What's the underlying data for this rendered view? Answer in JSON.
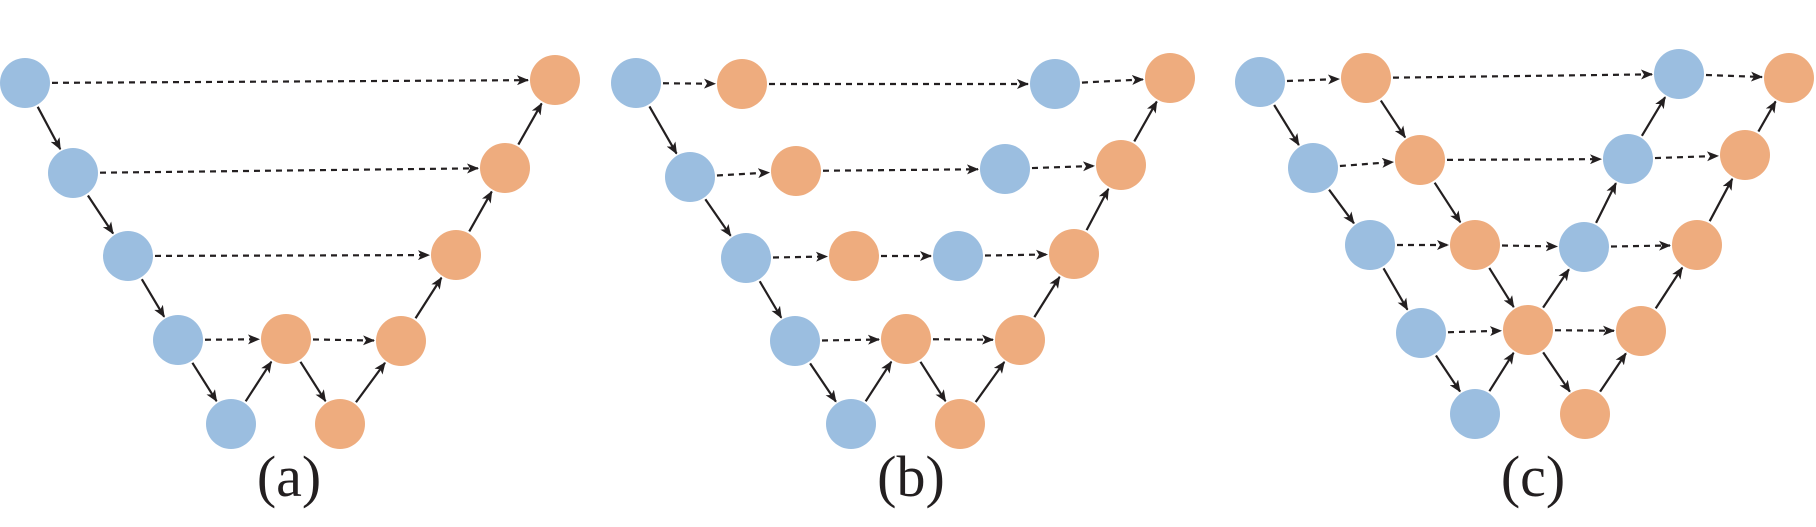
{
  "colors": {
    "encoder_node": "#9bbee0",
    "decoder_node": "#eeac7e",
    "edge": "#231f20",
    "label": "#231f20"
  },
  "panels": [
    {
      "id": "a",
      "label": "(a)",
      "nodes": [
        {
          "id": "a1",
          "type": "encoder"
        },
        {
          "id": "a2",
          "type": "encoder"
        },
        {
          "id": "a3",
          "type": "encoder"
        },
        {
          "id": "a4",
          "type": "encoder"
        },
        {
          "id": "a5",
          "type": "encoder"
        },
        {
          "id": "a6",
          "type": "decoder"
        },
        {
          "id": "a7",
          "type": "decoder"
        },
        {
          "id": "a8",
          "type": "decoder"
        },
        {
          "id": "a9",
          "type": "decoder"
        },
        {
          "id": "a10",
          "type": "decoder"
        },
        {
          "id": "a11",
          "type": "decoder"
        }
      ],
      "edges": [
        {
          "from": "a1",
          "to": "a2",
          "style": "solid"
        },
        {
          "from": "a2",
          "to": "a3",
          "style": "solid"
        },
        {
          "from": "a3",
          "to": "a4",
          "style": "solid"
        },
        {
          "from": "a4",
          "to": "a5",
          "style": "solid"
        },
        {
          "from": "a5",
          "to": "a6",
          "style": "solid"
        },
        {
          "from": "a6",
          "to": "a7",
          "style": "solid"
        },
        {
          "from": "a7",
          "to": "a8",
          "style": "solid"
        },
        {
          "from": "a8",
          "to": "a9",
          "style": "solid"
        },
        {
          "from": "a9",
          "to": "a10",
          "style": "solid"
        },
        {
          "from": "a10",
          "to": "a11",
          "style": "solid"
        },
        {
          "from": "a1",
          "to": "a11",
          "style": "dashed"
        },
        {
          "from": "a2",
          "to": "a10",
          "style": "dashed"
        },
        {
          "from": "a3",
          "to": "a9",
          "style": "dashed"
        },
        {
          "from": "a4",
          "to": "a6",
          "style": "dashed"
        },
        {
          "from": "a6",
          "to": "a8",
          "style": "dashed"
        }
      ]
    },
    {
      "id": "b",
      "label": "(b)",
      "nodes": [
        {
          "id": "b1",
          "type": "encoder"
        },
        {
          "id": "b2",
          "type": "encoder"
        },
        {
          "id": "b3",
          "type": "encoder"
        },
        {
          "id": "b4",
          "type": "encoder"
        },
        {
          "id": "b5",
          "type": "encoder"
        },
        {
          "id": "b6",
          "type": "decoder"
        },
        {
          "id": "b7",
          "type": "decoder"
        },
        {
          "id": "b8",
          "type": "decoder"
        },
        {
          "id": "b9",
          "type": "decoder"
        },
        {
          "id": "b10",
          "type": "decoder"
        },
        {
          "id": "b11",
          "type": "decoder"
        },
        {
          "id": "b12",
          "type": "decoder"
        },
        {
          "id": "b13",
          "type": "decoder"
        },
        {
          "id": "b14",
          "type": "decoder"
        },
        {
          "id": "b15",
          "type": "decoder"
        },
        {
          "id": "b16",
          "type": "encoder"
        },
        {
          "id": "b17",
          "type": "encoder"
        },
        {
          "id": "b18",
          "type": "encoder"
        },
        {
          "id": "b19",
          "type": "encoder"
        }
      ],
      "edges": [
        {
          "from": "b1",
          "to": "b2",
          "style": "solid"
        },
        {
          "from": "b2",
          "to": "b3",
          "style": "solid"
        },
        {
          "from": "b3",
          "to": "b4",
          "style": "solid"
        },
        {
          "from": "b4",
          "to": "b5",
          "style": "solid"
        },
        {
          "from": "b5",
          "to": "b6",
          "style": "solid"
        },
        {
          "from": "b6",
          "to": "b7",
          "style": "solid"
        },
        {
          "from": "b7",
          "to": "b8",
          "style": "solid"
        },
        {
          "from": "b8",
          "to": "b9",
          "style": "solid"
        },
        {
          "from": "b9",
          "to": "b10",
          "style": "solid"
        },
        {
          "from": "b10",
          "to": "b11",
          "style": "solid"
        },
        {
          "from": "b1",
          "to": "b15",
          "style": "dashed"
        },
        {
          "from": "b15",
          "to": "b19",
          "style": "dashed"
        },
        {
          "from": "b19",
          "to": "b11",
          "style": "dashed"
        },
        {
          "from": "b2",
          "to": "b14",
          "style": "dashed"
        },
        {
          "from": "b14",
          "to": "b18",
          "style": "dashed"
        },
        {
          "from": "b18",
          "to": "b10",
          "style": "dashed"
        },
        {
          "from": "b3",
          "to": "b13",
          "style": "dashed"
        },
        {
          "from": "b13",
          "to": "b17",
          "style": "dashed"
        },
        {
          "from": "b17",
          "to": "b9",
          "style": "dashed"
        },
        {
          "from": "b4",
          "to": "b12",
          "style": "dashed"
        },
        {
          "from": "b12",
          "to": "b8",
          "style": "dashed"
        }
      ]
    },
    {
      "id": "c",
      "label": "(c)",
      "nodes": [
        {
          "id": "c1",
          "type": "encoder"
        },
        {
          "id": "c2",
          "type": "encoder"
        },
        {
          "id": "c3",
          "type": "encoder"
        },
        {
          "id": "c4",
          "type": "encoder"
        },
        {
          "id": "c5",
          "type": "encoder"
        },
        {
          "id": "c6",
          "type": "decoder"
        },
        {
          "id": "c7",
          "type": "decoder"
        },
        {
          "id": "c8",
          "type": "decoder"
        },
        {
          "id": "c9",
          "type": "decoder"
        },
        {
          "id": "c10",
          "type": "decoder"
        },
        {
          "id": "c11",
          "type": "encoder"
        },
        {
          "id": "c12",
          "type": "encoder"
        },
        {
          "id": "c13",
          "type": "encoder"
        },
        {
          "id": "c14",
          "type": "decoder"
        },
        {
          "id": "c15",
          "type": "decoder"
        },
        {
          "id": "c16",
          "type": "decoder"
        },
        {
          "id": "c17",
          "type": "decoder"
        },
        {
          "id": "c18",
          "type": "decoder"
        }
      ],
      "edges": [
        {
          "from": "c1",
          "to": "c2",
          "style": "solid"
        },
        {
          "from": "c2",
          "to": "c3",
          "style": "solid"
        },
        {
          "from": "c3",
          "to": "c4",
          "style": "solid"
        },
        {
          "from": "c4",
          "to": "c5",
          "style": "solid"
        },
        {
          "from": "c6",
          "to": "c7",
          "style": "solid"
        },
        {
          "from": "c7",
          "to": "c8",
          "style": "solid"
        },
        {
          "from": "c8",
          "to": "c9",
          "style": "solid"
        },
        {
          "from": "c9",
          "to": "c10",
          "style": "solid"
        },
        {
          "from": "c5",
          "to": "c9",
          "style": "solid"
        },
        {
          "from": "c9",
          "to": "c11",
          "style": "solid"
        },
        {
          "from": "c11",
          "to": "c12",
          "style": "solid"
        },
        {
          "from": "c12",
          "to": "c13",
          "style": "solid"
        },
        {
          "from": "c10",
          "to": "c14",
          "style": "solid"
        },
        {
          "from": "c14",
          "to": "c15",
          "style": "solid"
        },
        {
          "from": "c15",
          "to": "c16",
          "style": "solid"
        },
        {
          "from": "c16",
          "to": "c17",
          "style": "solid"
        },
        {
          "from": "c17",
          "to": "c18",
          "style": "solid"
        },
        {
          "from": "c1",
          "to": "c6",
          "style": "dashed"
        },
        {
          "from": "c6",
          "to": "c13",
          "style": "dashed"
        },
        {
          "from": "c13",
          "to": "c18",
          "style": "dashed"
        },
        {
          "from": "c2",
          "to": "c7",
          "style": "dashed"
        },
        {
          "from": "c7",
          "to": "c12",
          "style": "dashed"
        },
        {
          "from": "c12",
          "to": "c17",
          "style": "dashed"
        },
        {
          "from": "c3",
          "to": "c8",
          "style": "dashed"
        },
        {
          "from": "c8",
          "to": "c11",
          "style": "dashed"
        },
        {
          "from": "c11",
          "to": "c16",
          "style": "dashed"
        },
        {
          "from": "c4",
          "to": "c9",
          "style": "dashed"
        },
        {
          "from": "c9",
          "to": "c15",
          "style": "dashed"
        }
      ]
    }
  ]
}
